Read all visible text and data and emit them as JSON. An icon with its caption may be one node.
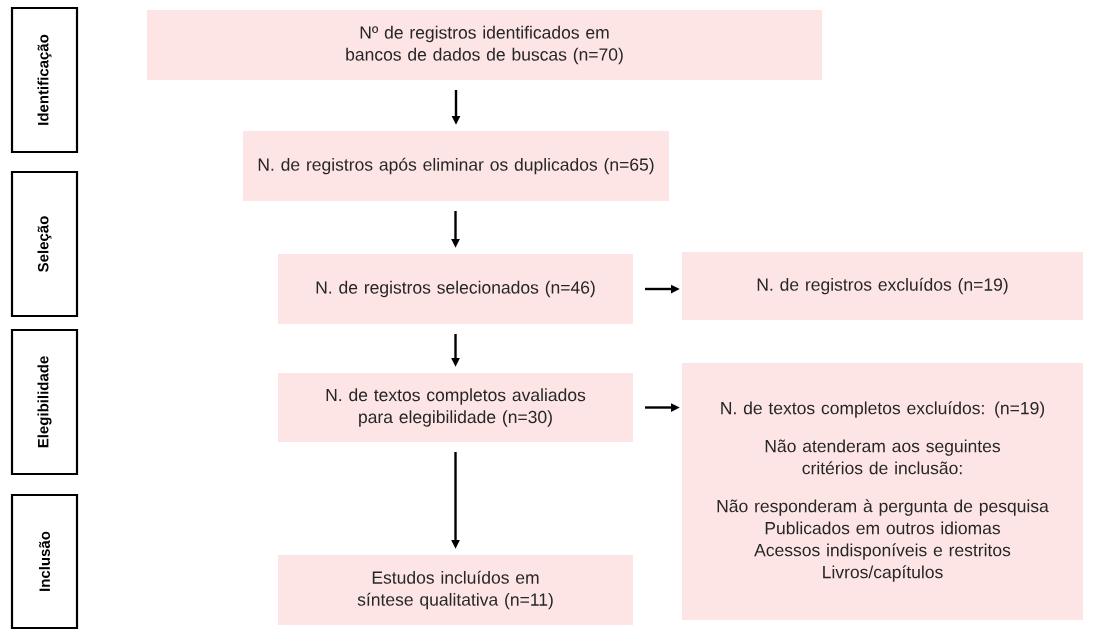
{
  "diagram": {
    "nodes": [
      {
        "text": [
          "Identificação"
        ]
      },
      {
        "text": [
          "Seleção"
        ]
      },
      {
        "text": [
          "Elegibilidade"
        ]
      },
      {
        "text": [
          "Inclusão"
        ]
      },
      {
        "text": [
          "Nº de registros identificados em bancos de dados de buscas (n=70)"
        ]
      },
      {
        "text": [
          "N. de registros após eliminar os duplicados (n=65)"
        ]
      },
      {
        "text": [
          "N. de registros selecionados (n=46)"
        ]
      },
      {
        "text": [
          "N. de registros excluídos (n=19)"
        ]
      },
      {
        "text": [
          "N. de textos completos avaliados para elegibilidade (n=30)"
        ]
      },
      {
        "text": [
          "N. de textos completos excluídos: (n=19)",
          "Não atenderam aos seguintes critérios de inclusão:",
          "Não responderam à pergunta de pesquisa",
          "Publicados em outros idiomas",
          "Acessos indisponíveis e restritos",
          "Livros/capítulos"
        ]
      },
      {
        "text": [
          "Estudos incluídos em síntese qualitativa (n=11)"
        ]
      }
    ],
    "edges": [
      {
        "from": 4,
        "to": 5,
        "arrow": "to"
      },
      {
        "from": 5,
        "to": 6,
        "arrow": "to"
      },
      {
        "from": 6,
        "to": 7,
        "arrow": "to"
      },
      {
        "from": 6,
        "to": 8,
        "arrow": "to"
      },
      {
        "from": 8,
        "to": 9,
        "arrow": "to"
      },
      {
        "from": 8,
        "to": 10,
        "arrow": "to"
      }
    ]
  }
}
